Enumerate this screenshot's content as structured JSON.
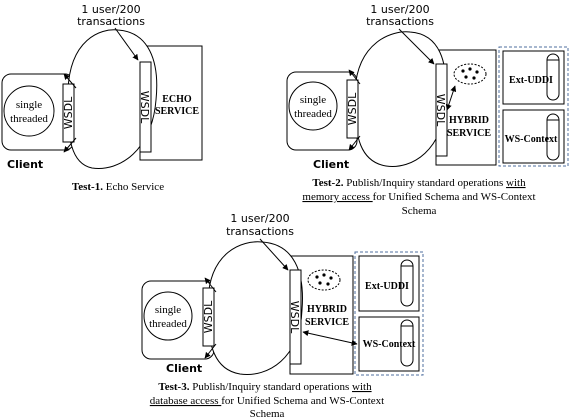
{
  "test1": {
    "load_line1": "1 user/200",
    "load_line2": "transactions",
    "client_line1": "single",
    "client_line2": "threaded",
    "wsdl_client": "WSDL",
    "wsdl_service": "WSDL",
    "service_line1": "ECHO",
    "service_line2": "SERVICE",
    "client_label": "Client",
    "caption_bold": "Test-1.",
    "caption_text": " Echo Service"
  },
  "test2": {
    "load_line1": "1 user/200",
    "load_line2": "transactions",
    "client_line1": "single",
    "client_line2": "threaded",
    "wsdl_client": "WSDL",
    "wsdl_service": "WSDL",
    "service_line1": "HYBRID",
    "service_line2": "SERVICE",
    "store1": "Ext-UDDI",
    "store2": "WS-Context",
    "client_label": "Client",
    "caption_bold": "Test-2.",
    "caption_line1_pre": " Publish/Inquiry standard operations ",
    "caption_line1_u": "with",
    "caption_line2_u": "memory access ",
    "caption_line2_post": "for Unified Schema and WS-Context",
    "caption_line3": "Schema"
  },
  "test3": {
    "load_line1": "1 user/200",
    "load_line2": "transactions",
    "client_line1": "single",
    "client_line2": "threaded",
    "wsdl_client": "WSDL",
    "wsdl_service": "WSDL",
    "service_line1": "HYBRID",
    "service_line2": "SERVICE",
    "store1": "Ext-UDDI",
    "store2": "WS-Context",
    "client_label": "Client",
    "caption_bold": "Test-3.",
    "caption_line1_pre": " Publish/Inquiry standard operations ",
    "caption_line1_u": "with",
    "caption_line2_u": "database access ",
    "caption_line2_post": "for Unified Schema and WS-Context",
    "caption_line3": "Schema"
  }
}
